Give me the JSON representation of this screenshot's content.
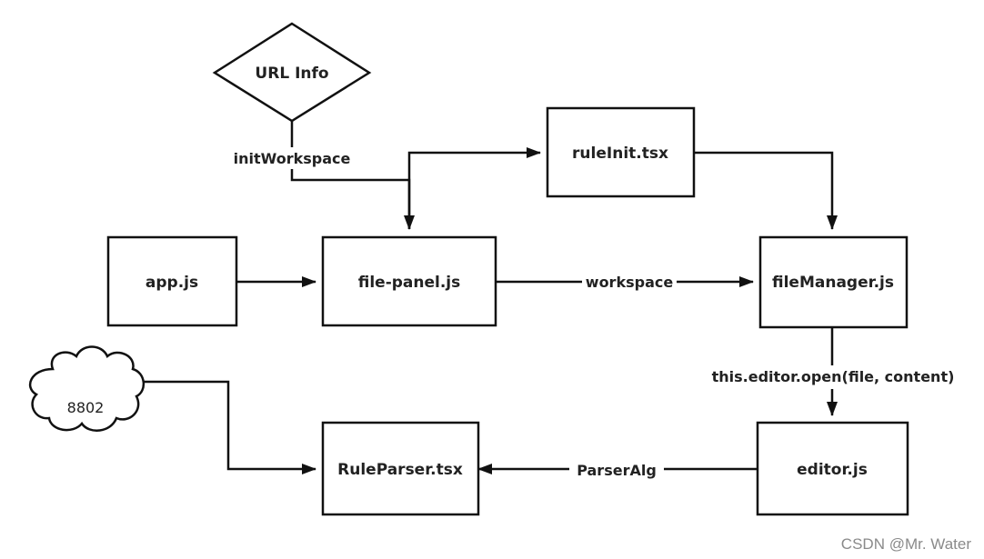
{
  "nodes": {
    "url_info": "URL Info",
    "rule_init": "ruleInit.tsx",
    "app": "app.js",
    "file_panel": "file-panel.js",
    "file_manager": "fileManager.js",
    "cloud_8802": "8802",
    "rule_parser": "RuleParser.tsx",
    "editor": "editor.js"
  },
  "edges": {
    "init_workspace": "initWorkspace",
    "workspace": "workspace",
    "editor_open": "this.editor.open(file, content)",
    "parser_alg": "ParserAlg"
  },
  "watermark": "CSDN @Mr. Water"
}
